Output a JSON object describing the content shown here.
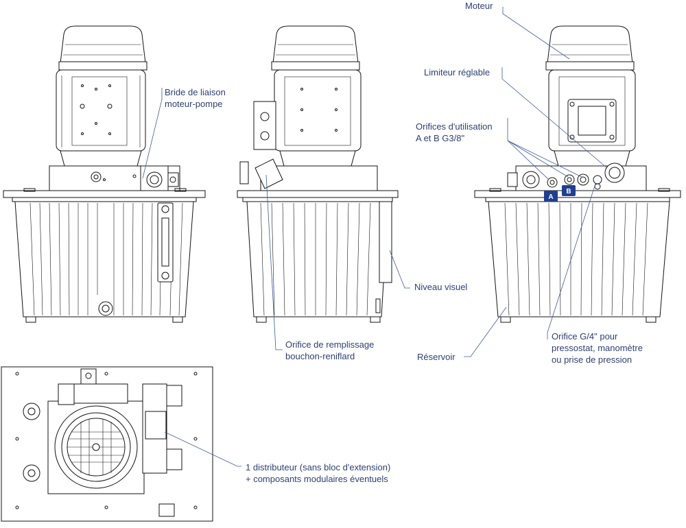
{
  "labels": {
    "moteur": "Moteur",
    "limiteur": "Limiteur réglable",
    "orifices_line1": "Orifices d'utilisation",
    "orifices_line2": "A et B  G3/8\"",
    "bride_line1": "Bride de liaison",
    "bride_line2": "moteur-pompe",
    "niveau": "Niveau visuel",
    "remplissage_line1": "Orifice de remplissage",
    "remplissage_line2": "bouchon-reniflard",
    "reservoir": "Réservoir",
    "orifice_g_line1": "Orifice G/4\"  pour",
    "orifice_g_line2": "pressostat, manomètre",
    "orifice_g_line3": "ou prise de pression",
    "distributeur_line1": "1 distributeur (sans bloc d'extension)",
    "distributeur_line2": "+ composants modulaires éventuels"
  },
  "badges": {
    "a": "A",
    "b": "B"
  },
  "colors": {
    "label_text": "#2d3f73",
    "leader_line": "#3b5a9a",
    "badge_fill": "#1f3f8f",
    "drawing_line": "#111111"
  }
}
